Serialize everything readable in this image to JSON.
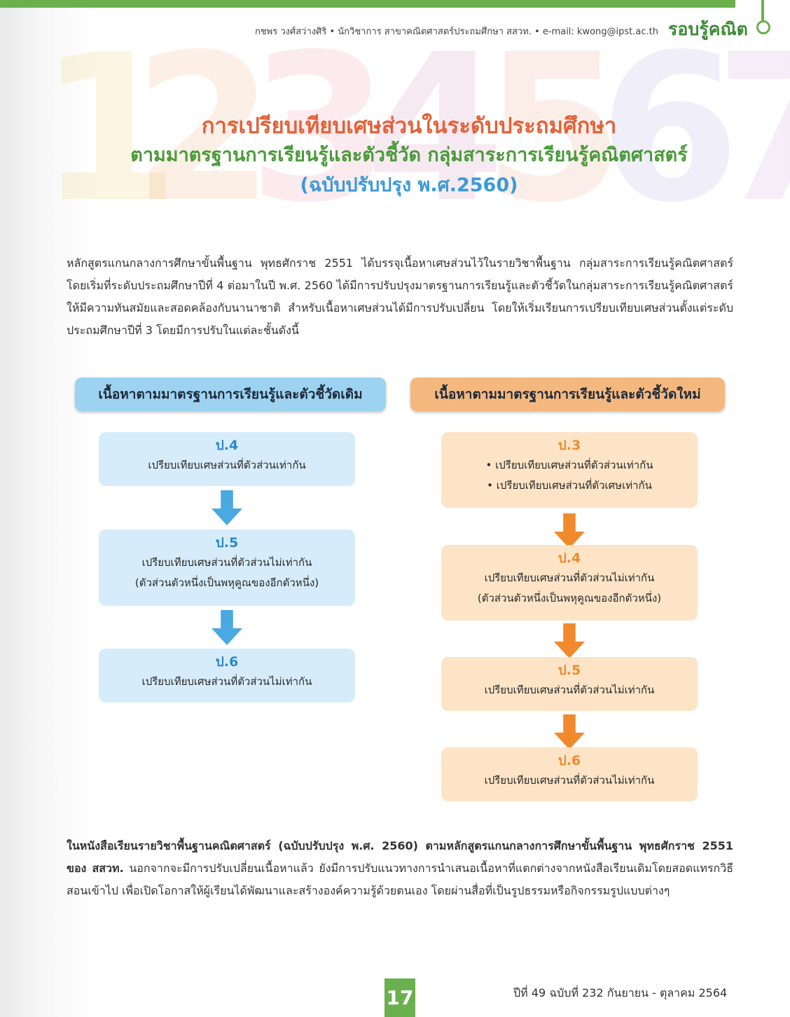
{
  "header": {
    "author_line": "กชพร วงศ์สว่างศิริ • นักวิชาการ สาขาคณิตศาสตร์ประถมศึกษา สสวท. • e-mail: kwong@ipst.ac.th",
    "brand": "รอบรู้คณิต"
  },
  "background_digits": [
    "1",
    "2",
    "3",
    "4",
    "5",
    "6",
    "7"
  ],
  "title": {
    "line1": "การเปรียบเทียบเศษส่วนในระดับประถมศึกษา",
    "line2": "ตามมาตรฐานการเรียนรู้และตัวชี้วัด กลุ่มสาระการเรียนรู้คณิตศาสตร์",
    "line3": "(ฉบับปรับปรุง พ.ศ.2560)"
  },
  "intro_paragraph": "หลักสูตรแกนกลางการศึกษาขั้นพื้นฐาน พุทธศักราช 2551 ได้บรรจุเนื้อหาเศษส่วนไว้ในรายวิชาพื้นฐาน กลุ่มสาระการเรียนรู้คณิตศาสตร์ โดยเริ่มที่ระดับประถมศึกษาปีที่ 4 ต่อมาในปี พ.ศ. 2560 ได้มีการปรับปรุงมาตรฐานการเรียนรู้และตัวชี้วัดในกลุ่มสาระการเรียนรู้คณิตศาสตร์ให้มีความทันสมัยและสอดคล้องกับนานาชาติ สำหรับเนื้อหาเศษส่วนได้มีการปรับเปลี่ยน โดยให้เริ่มเรียนการเปรียบเทียบเศษส่วนตั้งแต่ระดับประถมศึกษาปีที่ 3 โดยมีการปรับในแต่ละชั้นดังนี้",
  "left_column": {
    "heading": "เนื้อหาตามมาตรฐานการเรียนรู้และตัวชี้วัดเดิม",
    "boxes": [
      {
        "grade": "ป.4",
        "line1": "เปรียบเทียบเศษส่วนที่ตัวส่วนเท่ากัน",
        "line2": ""
      },
      {
        "grade": "ป.5",
        "line1": "เปรียบเทียบเศษส่วนที่ตัวส่วนไม่เท่ากัน",
        "line2": "(ตัวส่วนตัวหนึ่งเป็นพหุคูณของอีกตัวหนึ่ง)"
      },
      {
        "grade": "ป.6",
        "line1": "เปรียบเทียบเศษส่วนที่ตัวส่วนไม่เท่ากัน",
        "line2": ""
      }
    ]
  },
  "right_column": {
    "heading": "เนื้อหาตามมาตรฐานการเรียนรู้และตัวชี้วัดใหม่",
    "boxes": [
      {
        "grade": "ป.3",
        "line1": "• เปรียบเทียบเศษส่วนที่ตัวส่วนเท่ากัน",
        "line2": "• เปรียบเทียบเศษส่วนที่ตัวเศษเท่ากัน"
      },
      {
        "grade": "ป.4",
        "line1": "เปรียบเทียบเศษส่วนที่ตัวส่วนไม่เท่ากัน",
        "line2": "(ตัวส่วนตัวหนึ่งเป็นพหุคูณของอีกตัวหนึ่ง)"
      },
      {
        "grade": "ป.5",
        "line1": "เปรียบเทียบเศษส่วนที่ตัวส่วนไม่เท่ากัน",
        "line2": ""
      },
      {
        "grade": "ป.6",
        "line1": "เปรียบเทียบเศษส่วนที่ตัวส่วนไม่เท่ากัน",
        "line2": ""
      }
    ]
  },
  "closing_paragraph": {
    "bold_part": "ในหนังสือเรียนรายวิชาพื้นฐานคณิตศาสตร์ (ฉบับปรับปรุง พ.ศ. 2560) ตามหลักสูตรแกนกลางการศึกษาขั้นพื้นฐาน พุทธศักราช 2551 ของ สสวท.",
    "normal_part": " นอกจากจะมีการปรับเปลี่ยนเนื้อหาแล้ว ยังมีการปรับแนวทางการนำเสนอเนื้อหาที่แตกต่างจากหนังสือเรียนเดิมโดยสอดแทรกวิธีสอนเข้าไป เพื่อเปิดโอกาสให้ผู้เรียนได้พัฒนาและสร้างองค์ความรู้ด้วยตนเอง โดยผ่านสื่อที่เป็นรูปธรรมหรือกิจกรรมรูปแบบต่างๆ"
  },
  "footer": {
    "page_number": "17",
    "issue": "ปีที่ 49 ฉบับที่ 232 กันยายน - ตุลาคม 2564"
  },
  "colors": {
    "green": "#6ab04c",
    "title_orange": "#e0633a",
    "title_green": "#4a9a3a",
    "title_blue": "#3a9ad9",
    "left_heading_bg": "#9dd3f1",
    "right_heading_bg": "#f4b87f",
    "left_box_bg": "#d6ecfa",
    "right_box_bg": "#fde4c6",
    "left_arrow": "#4aa8e2",
    "right_arrow": "#f08a2c"
  }
}
